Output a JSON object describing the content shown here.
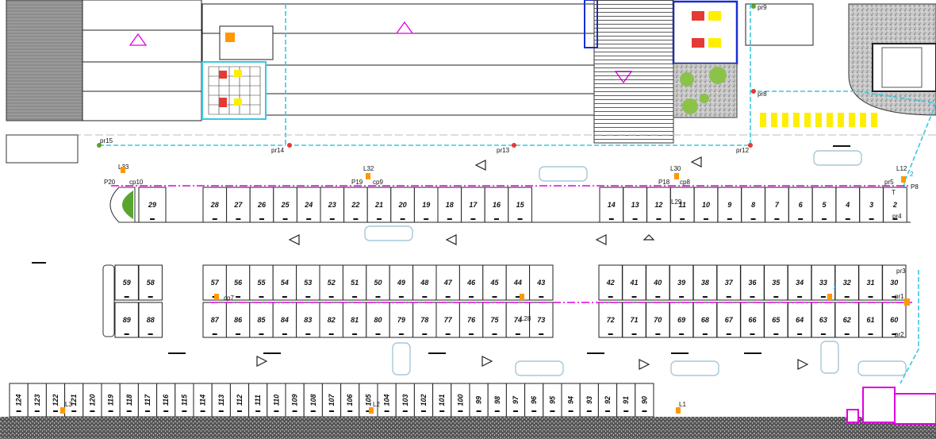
{
  "plan": {
    "row1_spaces": [
      "29",
      "",
      "28",
      "27",
      "26",
      "25",
      "24",
      "23",
      "22",
      "21",
      "20",
      "19",
      "18",
      "17",
      "16",
      "15",
      "14",
      "13",
      "12",
      "11",
      "10",
      "9",
      "8",
      "7",
      "6",
      "5",
      "4",
      "3",
      "2"
    ],
    "row2_spaces": [
      "59",
      "58",
      "57",
      "56",
      "55",
      "54",
      "53",
      "52",
      "51",
      "50",
      "49",
      "48",
      "47",
      "46",
      "45",
      "44",
      "43",
      "42",
      "41",
      "40",
      "39",
      "38",
      "37",
      "36",
      "35",
      "34",
      "33",
      "32",
      "31",
      "30"
    ],
    "row3_spaces": [
      "89",
      "88",
      "87",
      "86",
      "85",
      "84",
      "83",
      "82",
      "81",
      "80",
      "79",
      "78",
      "77",
      "76",
      "75",
      "74",
      "73",
      "72",
      "71",
      "70",
      "69",
      "68",
      "67",
      "66",
      "65",
      "64",
      "63",
      "62",
      "61",
      "60"
    ],
    "row4_spaces": [
      "124",
      "123",
      "122",
      "121",
      "120",
      "119",
      "118",
      "117",
      "116",
      "115",
      "114",
      "113",
      "112",
      "111",
      "110",
      "109",
      "108",
      "107",
      "106",
      "105",
      "104",
      "103",
      "102",
      "101",
      "100",
      "99",
      "98",
      "97",
      "96",
      "95",
      "94",
      "93",
      "92",
      "91",
      "90"
    ],
    "labels": {
      "pr15": "pr15",
      "pr14": "pr14",
      "pr13": "pr13",
      "pr12": "pr12",
      "pr8": "pr8",
      "pr9": "pr9",
      "pr1": "pr1",
      "pr2": "pr2",
      "pr3": "pr3",
      "pr4": "pr4",
      "pr5": "pr5",
      "p20": "P20",
      "cp10": "cp10",
      "l33": "L33",
      "l32": "L32",
      "p19": "P19",
      "cp9": "cp9",
      "l30": "L30",
      "p18": "P18",
      "cp8": "cp8",
      "l12": "L12",
      "p8": "P8",
      "l29": "L29",
      "cp7": "cp7",
      "l3": "L3",
      "l2": "L2",
      "l1": "L1",
      "t": "T",
      "two": "2",
      "one": "1",
      "l28": "L28"
    },
    "colors": {
      "cyan": "#36c9e0",
      "magenta": "#e000e0",
      "blue": "#1a2fd0",
      "red": "#e53935",
      "yellow": "#ffee00",
      "green": "#5aa52e",
      "line": "#222222",
      "gray": "#9a9a9a"
    }
  }
}
